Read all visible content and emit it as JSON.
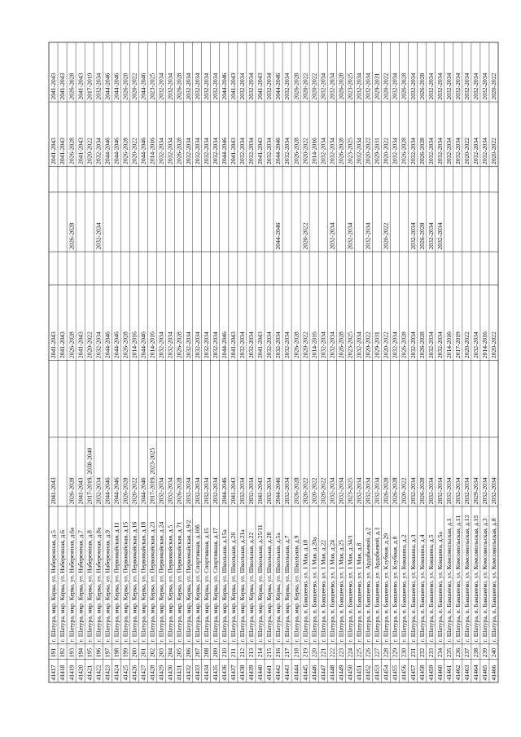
{
  "columns": [
    "id",
    "no",
    "address",
    "c1",
    "c2",
    "c3",
    "c4",
    "c5",
    "c6",
    "c7",
    "c8"
  ],
  "rows": [
    [
      "41417",
      "191",
      "г. Шатура, мкр. Керва, ул. Набережная, д.5",
      "2041-2043",
      "",
      "2041-2043",
      "",
      "",
      "",
      "2041-2043",
      "2041-2043"
    ],
    [
      "41418",
      "192",
      "г. Шатура, мкр. Керва, ул. Набережная, д.6",
      "",
      "",
      "2041-2043",
      "",
      "",
      "",
      "2041-2043",
      "2041-2043"
    ],
    [
      "41419",
      "193",
      "г. Шатура, мкр. Керва, ул. Набережная, д.6а",
      "2026-2028",
      "",
      "2026-2028",
      "",
      "2026-2028",
      "",
      "2026-2028",
      "2026-2028"
    ],
    [
      "41420",
      "194",
      "г. Шатура, мкр. Керва, ул. Набережная, д.7",
      "2041-2043",
      "",
      "2041-2043",
      "",
      "",
      "",
      "2041-2043",
      "2041-2043"
    ],
    [
      "41421",
      "195",
      "г. Шатура, мкр. Керва, ул. Набережная, д.8",
      "2017-2019, 2038-2040",
      "",
      "2020-2022",
      "",
      "",
      "",
      "2020-2022",
      "2017-2019"
    ],
    [
      "41422",
      "196",
      "г. Шатура, мкр. Керва, ул. Набережная, д.8а",
      "2032-2034",
      "",
      "2032-2034",
      "",
      "2032-2034",
      "",
      "2032-2034",
      "2032-2034"
    ],
    [
      "41423",
      "197",
      "г. Шатура, мкр. Керва, ул. Набережная, д.9",
      "2044-2046",
      "",
      "2044-2046",
      "",
      "",
      "",
      "2044-2046",
      "2044-2046"
    ],
    [
      "41424",
      "198",
      "г. Шатура, мкр. Керва, ул. Первомайская, д.11",
      "2044-2046",
      "",
      "2044-2046",
      "",
      "",
      "",
      "2044-2046",
      "2044-2046"
    ],
    [
      "41425",
      "199",
      "г. Шатура, мкр. Керва, ул. Первомайская, д.15",
      "2026-2028",
      "",
      "2026-2028",
      "",
      "",
      "",
      "2026-2028",
      "2026-2028"
    ],
    [
      "41426",
      "200",
      "г. Шатура, мкр. Керва, ул. Первомайская, д.16",
      "2020-2022",
      "",
      "2014-2016",
      "",
      "",
      "",
      "2020-2022",
      "2020-2022"
    ],
    [
      "41427",
      "201",
      "г. Шатура, мкр. Керва, ул. Первомайская, д.18",
      "2044-2046",
      "",
      "2044-2046",
      "",
      "",
      "",
      "2044-2046",
      "2044-2046"
    ],
    [
      "41428",
      "202",
      "г. Шатура, мкр. Керва, ул. Первомайская, д.23",
      "2017-2019, 2023-2025",
      "",
      "2014-2016",
      "",
      "",
      "",
      "2014-2016",
      "2023-2025"
    ],
    [
      "41429",
      "203",
      "г. Шатура, мкр. Керва, ул. Первомайская, д.24",
      "2032-2034",
      "",
      "2032-2034",
      "",
      "",
      "",
      "2032-2034",
      "2032-2034"
    ],
    [
      "41430",
      "204",
      "г. Шатура, мкр. Керва, ул. Первомайская, д.5",
      "2032-2034",
      "",
      "2032-2034",
      "",
      "",
      "",
      "2032-2034",
      "2032-2034"
    ],
    [
      "41431",
      "205",
      "г. Шатура, мкр. Керва, ул. Первомайская, д.71",
      "2026-2028",
      "",
      "2026-2028",
      "",
      "",
      "",
      "2026-2028",
      "2026-2028"
    ],
    [
      "41432",
      "206",
      "г. Шатура, мкр. Керва, ул. Первомайская, д.9/2",
      "2032-2034",
      "",
      "2032-2034",
      "",
      "",
      "",
      "2032-2034",
      "2032-2034"
    ],
    [
      "41433",
      "207",
      "г. Шатура, мкр. Керва, ул. Спортивная, д.10б",
      "2032-2034",
      "",
      "2032-2034",
      "",
      "",
      "",
      "2032-2034",
      "2032-2034"
    ],
    [
      "41434",
      "208",
      "г. Шатура, мкр. Керва, ул. Спортивная, д.15",
      "2032-2034",
      "",
      "2032-2034",
      "",
      "",
      "",
      "2032-2034",
      "2032-2034"
    ],
    [
      "41435",
      "209",
      "г. Шатура, мкр. Керва, ул. Спортивная, д.17",
      "2032-2034",
      "",
      "2032-2034",
      "",
      "",
      "",
      "2032-2034",
      "2032-2034"
    ],
    [
      "41436",
      "210",
      "г. Шатура, мкр. Керва, ул. Школьная, д.15а",
      "2044-2046",
      "",
      "2044-2046",
      "",
      "",
      "",
      "2044-2046",
      "2044-2046"
    ],
    [
      "41437",
      "211",
      "г. Шатура, мкр. Керва, ул. Школьная, д.20",
      "2041-2043",
      "",
      "2041-2043",
      "",
      "",
      "",
      "2041-2043",
      "2041-2043"
    ],
    [
      "41438",
      "212",
      "г. Шатура, мкр. Керва, ул. Школьная, д.21а",
      "2032-2034",
      "",
      "2032-2034",
      "",
      "",
      "",
      "2032-2034",
      "2032-2034"
    ],
    [
      "41439",
      "213",
      "г. Шатура, мкр. Керва, ул. Школьная, д.22",
      "2032-2034",
      "",
      "2032-2034",
      "",
      "",
      "",
      "2032-2034",
      "2032-2034"
    ],
    [
      "41440",
      "214",
      "г. Шатура, мкр. Керва, ул. Школьная, д.25/11",
      "2041-2043",
      "",
      "2041-2043",
      "",
      "",
      "",
      "2041-2043",
      "2041-2043"
    ],
    [
      "41441",
      "215",
      "г. Шатура, мкр. Керва, ул. Школьная, д.28",
      "2032-2034",
      "",
      "2032-2034",
      "",
      "",
      "",
      "2032-2034",
      "2032-2034"
    ],
    [
      "41442",
      "216",
      "г. Шатура, мкр. Керва, ул. Школьная, д.5а",
      "2044-2046",
      "",
      "2032-2034",
      "",
      "2044-2046",
      "",
      "2044-2046",
      "2044-2046"
    ],
    [
      "41443",
      "217",
      "г. Шатура, мкр. Керва, ул. Школьная, д.7",
      "2032-2034",
      "",
      "2032-2034",
      "",
      "",
      "",
      "2032-2034",
      "2032-2034"
    ],
    [
      "41444",
      "218",
      "г. Шатура, мкр. Керва, ул. Школьная, д.9",
      "2026-2028",
      "",
      "2026-2028",
      "",
      "",
      "",
      "2026-2028",
      "2026-2028"
    ],
    [
      "41445",
      "219",
      "г. Шатура, п. Бакшеево, ул. 1 Мая, д.18",
      "2020-2022",
      "",
      "2020-2022",
      "",
      "2020-2022",
      "",
      "2020-2022",
      "2020-2022"
    ],
    [
      "41446",
      "220",
      "г. Шатура, п. Бакшеево, ул. 1 Мая, д.20а",
      "2020-2022",
      "",
      "2014-2016",
      "",
      "",
      "",
      "2014-2016",
      "2020-2022"
    ],
    [
      "41447",
      "221",
      "г. Шатура, п. Бакшеево, ул. 1 Мая, д.22",
      "2020-2022",
      "",
      "2032-2034",
      "",
      "",
      "",
      "2032-2034",
      "2032-2034"
    ],
    [
      "41448",
      "222",
      "г. Шатура, п. Бакшеево, ул. 1 Мая, д.24",
      "2032-2034",
      "",
      "2032-2034",
      "",
      "2032-2034",
      "",
      "2032-2034",
      "2032-2034"
    ],
    [
      "41449",
      "223",
      "г. Шатура, п. Бакшеево, ул. 1 Мая, д.25",
      "2032-2034",
      "",
      "2026-2028",
      "",
      "",
      "",
      "2026-2028",
      "2026-2028"
    ],
    [
      "41450",
      "224",
      "г. Шатура, п. Бакшеево, ул. 1 Мая, д.34/1",
      "2023-2025",
      "",
      "2023-2025",
      "",
      "2032-2034",
      "",
      "2023-2025",
      "2023-2025"
    ],
    [
      "41451",
      "225",
      "г. Шатура, п. Бакшеево, ул. 1 Мая, д.8",
      "2032-2034",
      "",
      "2032-2034",
      "",
      "",
      "",
      "2032-2034",
      "2032-2034"
    ],
    [
      "41452",
      "226",
      "г. Шатура, п. Бакшеево, ул. Ардабьевой, д.2",
      "2032-2034",
      "",
      "2020-2022",
      "",
      "2032-2034",
      "",
      "2020-2022",
      "2032-2034"
    ],
    [
      "41453",
      "227",
      "г. Шатура, п. Бакшеево, ул. Ардабьевой, д.3",
      "2032-2034",
      "",
      "2029-2031",
      "",
      "",
      "",
      "2029-2031",
      "2029-2031"
    ],
    [
      "41454",
      "228",
      "г. Шатура, п. Бакшеево, ул. Клубная, д.29",
      "2026-2028",
      "",
      "2020-2022",
      "",
      "2020-2022",
      "",
      "2020-2022",
      "2020-2022"
    ],
    [
      "41455",
      "229",
      "г. Шатура, п. Бакшеево, ул. Клубная, д.8",
      "2026-2028",
      "",
      "2032-2034",
      "",
      "",
      "",
      "2032-2034",
      "2032-2034"
    ],
    [
      "41456",
      "230",
      "г. Шатура, п. Бакшеево, ул. Кокшина, д.2",
      "2020-2022",
      "",
      "2026-2028",
      "",
      "",
      "",
      "2026-2028",
      "2026-2028"
    ],
    [
      "41457",
      "231",
      "г. Шатура, п. Бакшеево, ул. Кокшина, д.3",
      "2032-2034",
      "",
      "2032-2034",
      "",
      "2032-2034",
      "",
      "2032-2034",
      "2032-2034"
    ],
    [
      "41458",
      "232",
      "г. Шатура, п. Бакшеево, ул. Кокшина, д.4",
      "2026-2028",
      "",
      "2026-2028",
      "",
      "2026-2028",
      "",
      "2026-2028",
      "2026-2028"
    ],
    [
      "41459",
      "233",
      "г. Шатура, п. Бакшеево, ул. Кокшина, д.5",
      "2032-2034",
      "",
      "2032-2034",
      "",
      "2032-2034",
      "",
      "2032-2034",
      "2032-2034"
    ],
    [
      "41460",
      "234",
      "г. Шатура, п. Бакшеево, ул. Кокшина, д.5а",
      "2032-2034",
      "",
      "2032-2034",
      "",
      "2032-2034",
      "",
      "2032-2034",
      "2032-2034"
    ],
    [
      "41461",
      "235",
      "г. Шатура, п. Бакшеево, ул. Комсомольская, д.1",
      "2032-2034",
      "",
      "2014-2016",
      "",
      "",
      "",
      "2032-2034",
      "2032-2034"
    ],
    [
      "41462",
      "236",
      "г. Шатура, п. Бакшеево, ул. Комсомольская, д.11",
      "2032-2034",
      "",
      "2017-2019",
      "",
      "",
      "",
      "2032-2034",
      "2032-2034"
    ],
    [
      "41463",
      "237",
      "г. Шатура, п. Бакшеево, ул. Комсомольская, д.13",
      "2032-2034",
      "",
      "2020-2022",
      "",
      "",
      "",
      "2020-2022",
      "2032-2034"
    ],
    [
      "41464",
      "238",
      "г. Шатура, п. Бакшеево, ул. Комсомольская, д.15",
      "2029-2034",
      "",
      "2032-2034",
      "",
      "",
      "",
      "2032-2034",
      "2032-2034"
    ],
    [
      "41465",
      "239",
      "г. Шатура, п. Бакшеево, ул. Комсомольская, д.3",
      "2032-2034",
      "",
      "2014-2016",
      "",
      "",
      "",
      "2032-2034",
      "2032-2034"
    ],
    [
      "41466",
      "240",
      "г. Шатура, п. Бакшеево, ул. Комсомольская, д.8",
      "2032-2034",
      "",
      "2020-2022",
      "",
      "",
      "",
      "2020-2022",
      "2020-2022"
    ]
  ]
}
